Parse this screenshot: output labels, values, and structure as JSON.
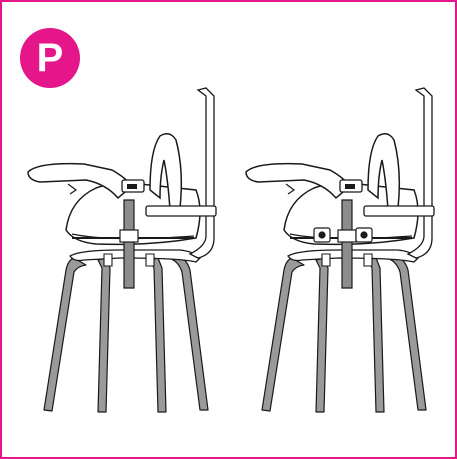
{
  "step_badge": {
    "label": "P",
    "color": "#e5158a"
  },
  "colors": {
    "border": "#e5158a",
    "outline": "#1a1a1a",
    "leg_fill": "#9a9a9a",
    "strap_fill": "#8c8c8c"
  },
  "illustrations": [
    {
      "name": "booster-seat-on-chair-without-feet-adjusters"
    },
    {
      "name": "booster-seat-on-chair-with-feet-adjusters"
    }
  ]
}
